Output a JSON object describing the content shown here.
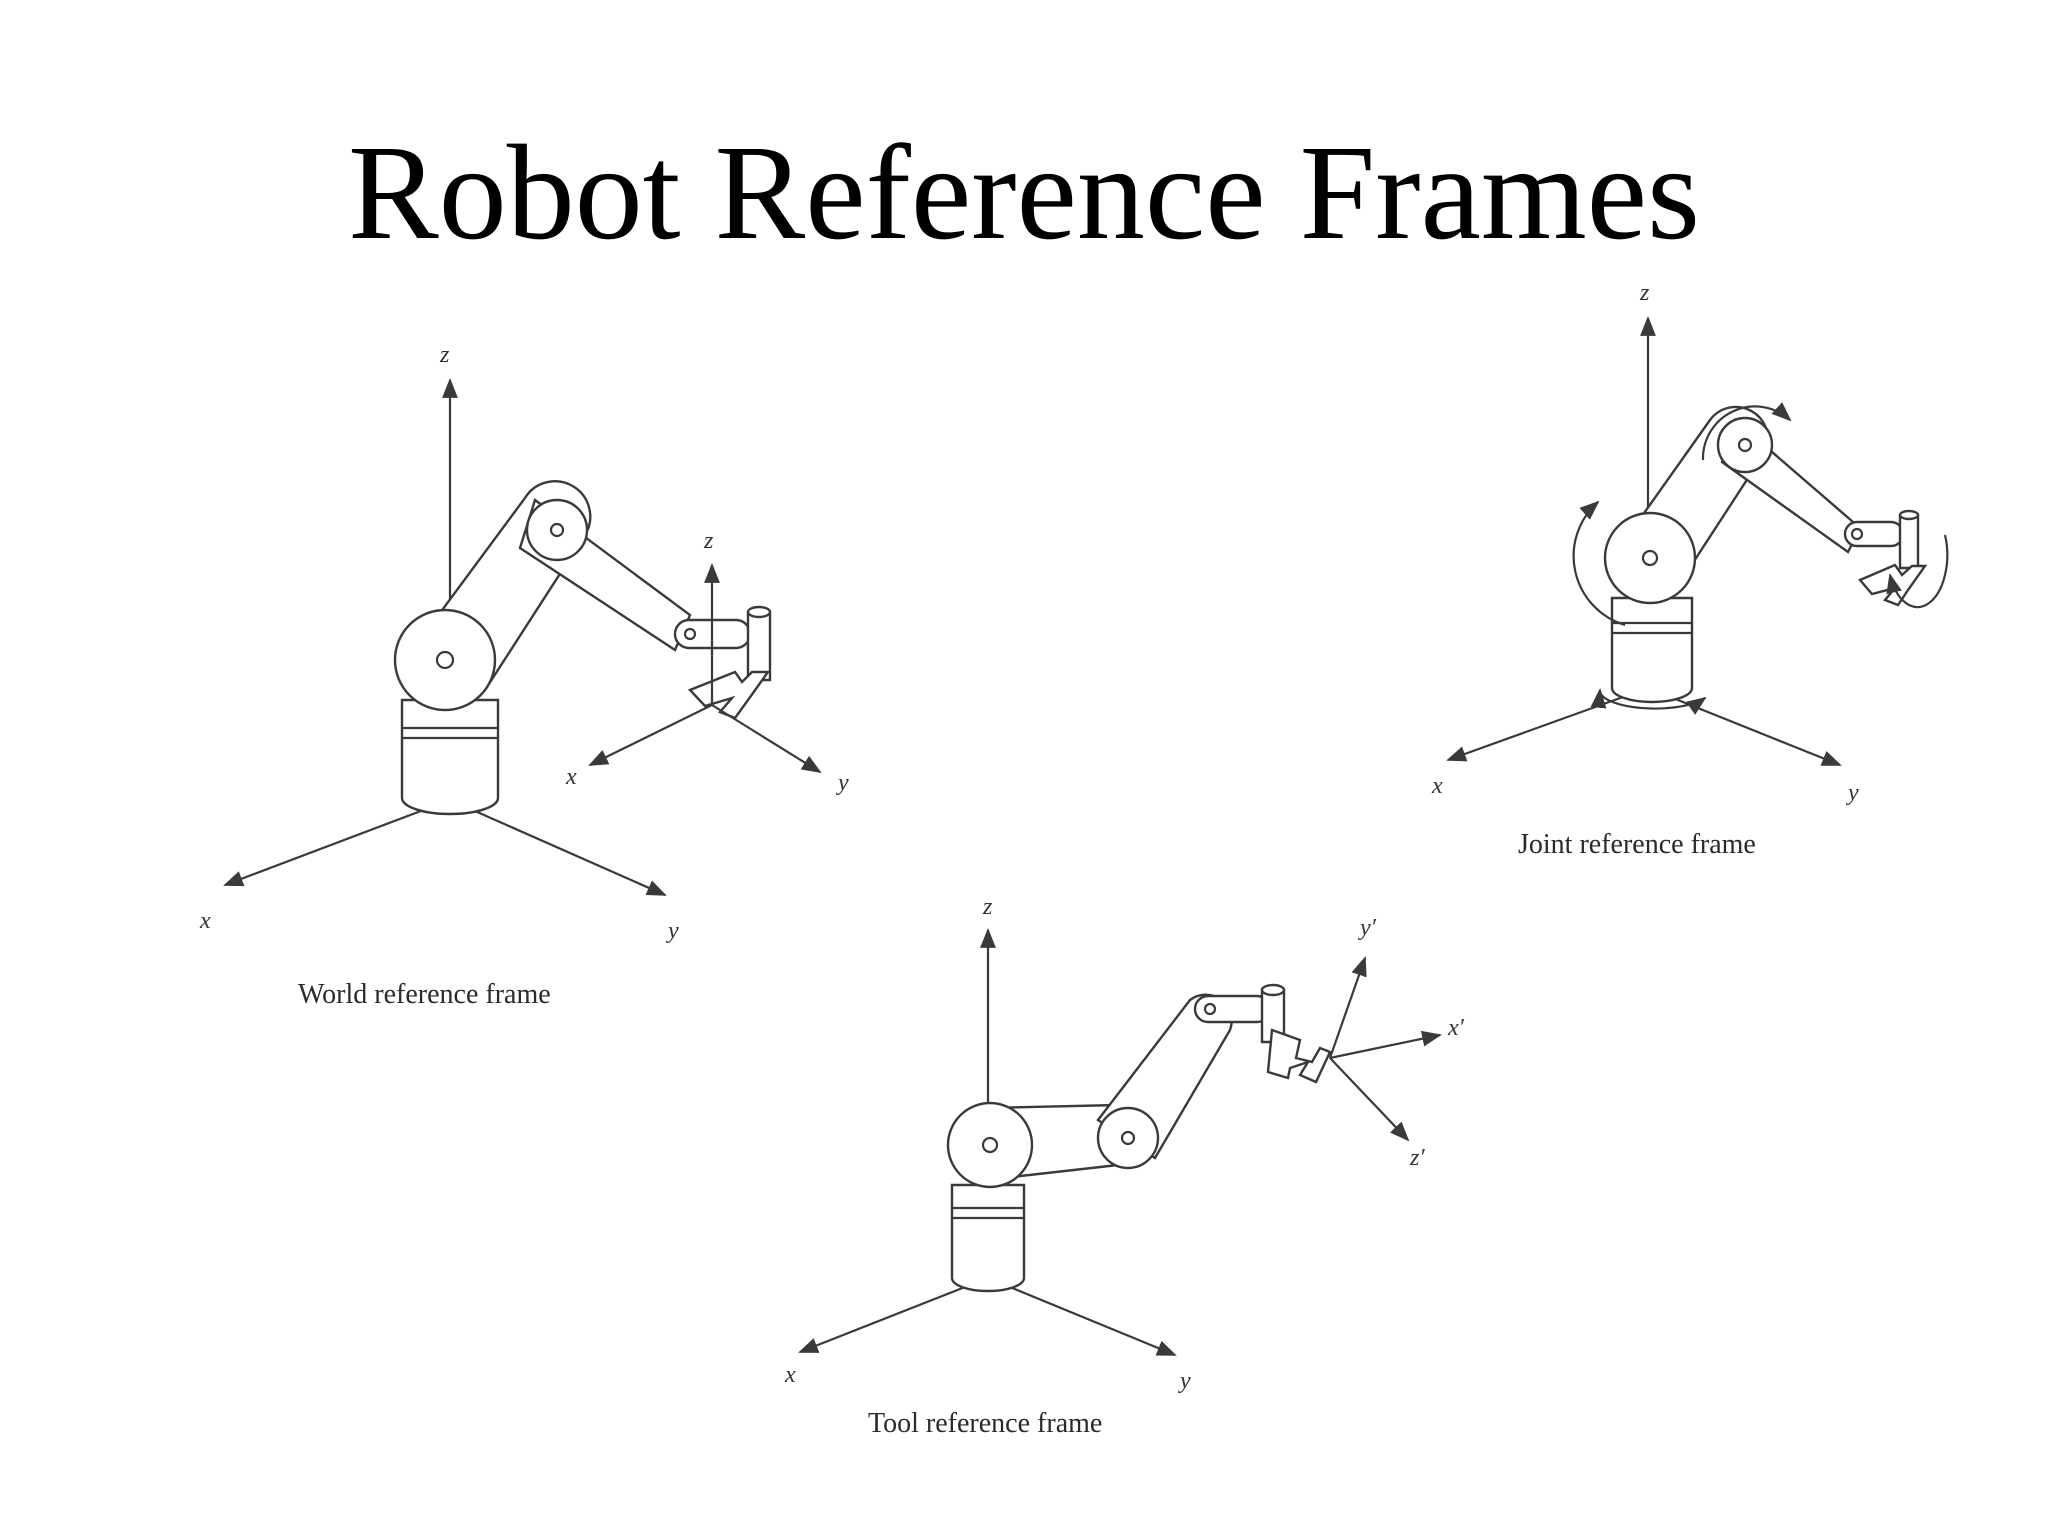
{
  "slide": {
    "title": "Robot Reference Frames"
  },
  "diagrams": {
    "world": {
      "caption": "World reference frame",
      "axes": {
        "z": "z",
        "x": "x",
        "y": "y"
      },
      "tool_axes": {
        "z": "z",
        "x": "x",
        "y": "y"
      }
    },
    "joint": {
      "caption": "Joint reference frame",
      "axes": {
        "z": "z",
        "x": "x",
        "y": "y"
      }
    },
    "tool": {
      "caption": "Tool reference frame",
      "axes": {
        "z": "z",
        "x": "x",
        "y": "y"
      },
      "tool_axes": {
        "x": "x′",
        "y": "y′",
        "z": "z′"
      }
    }
  }
}
